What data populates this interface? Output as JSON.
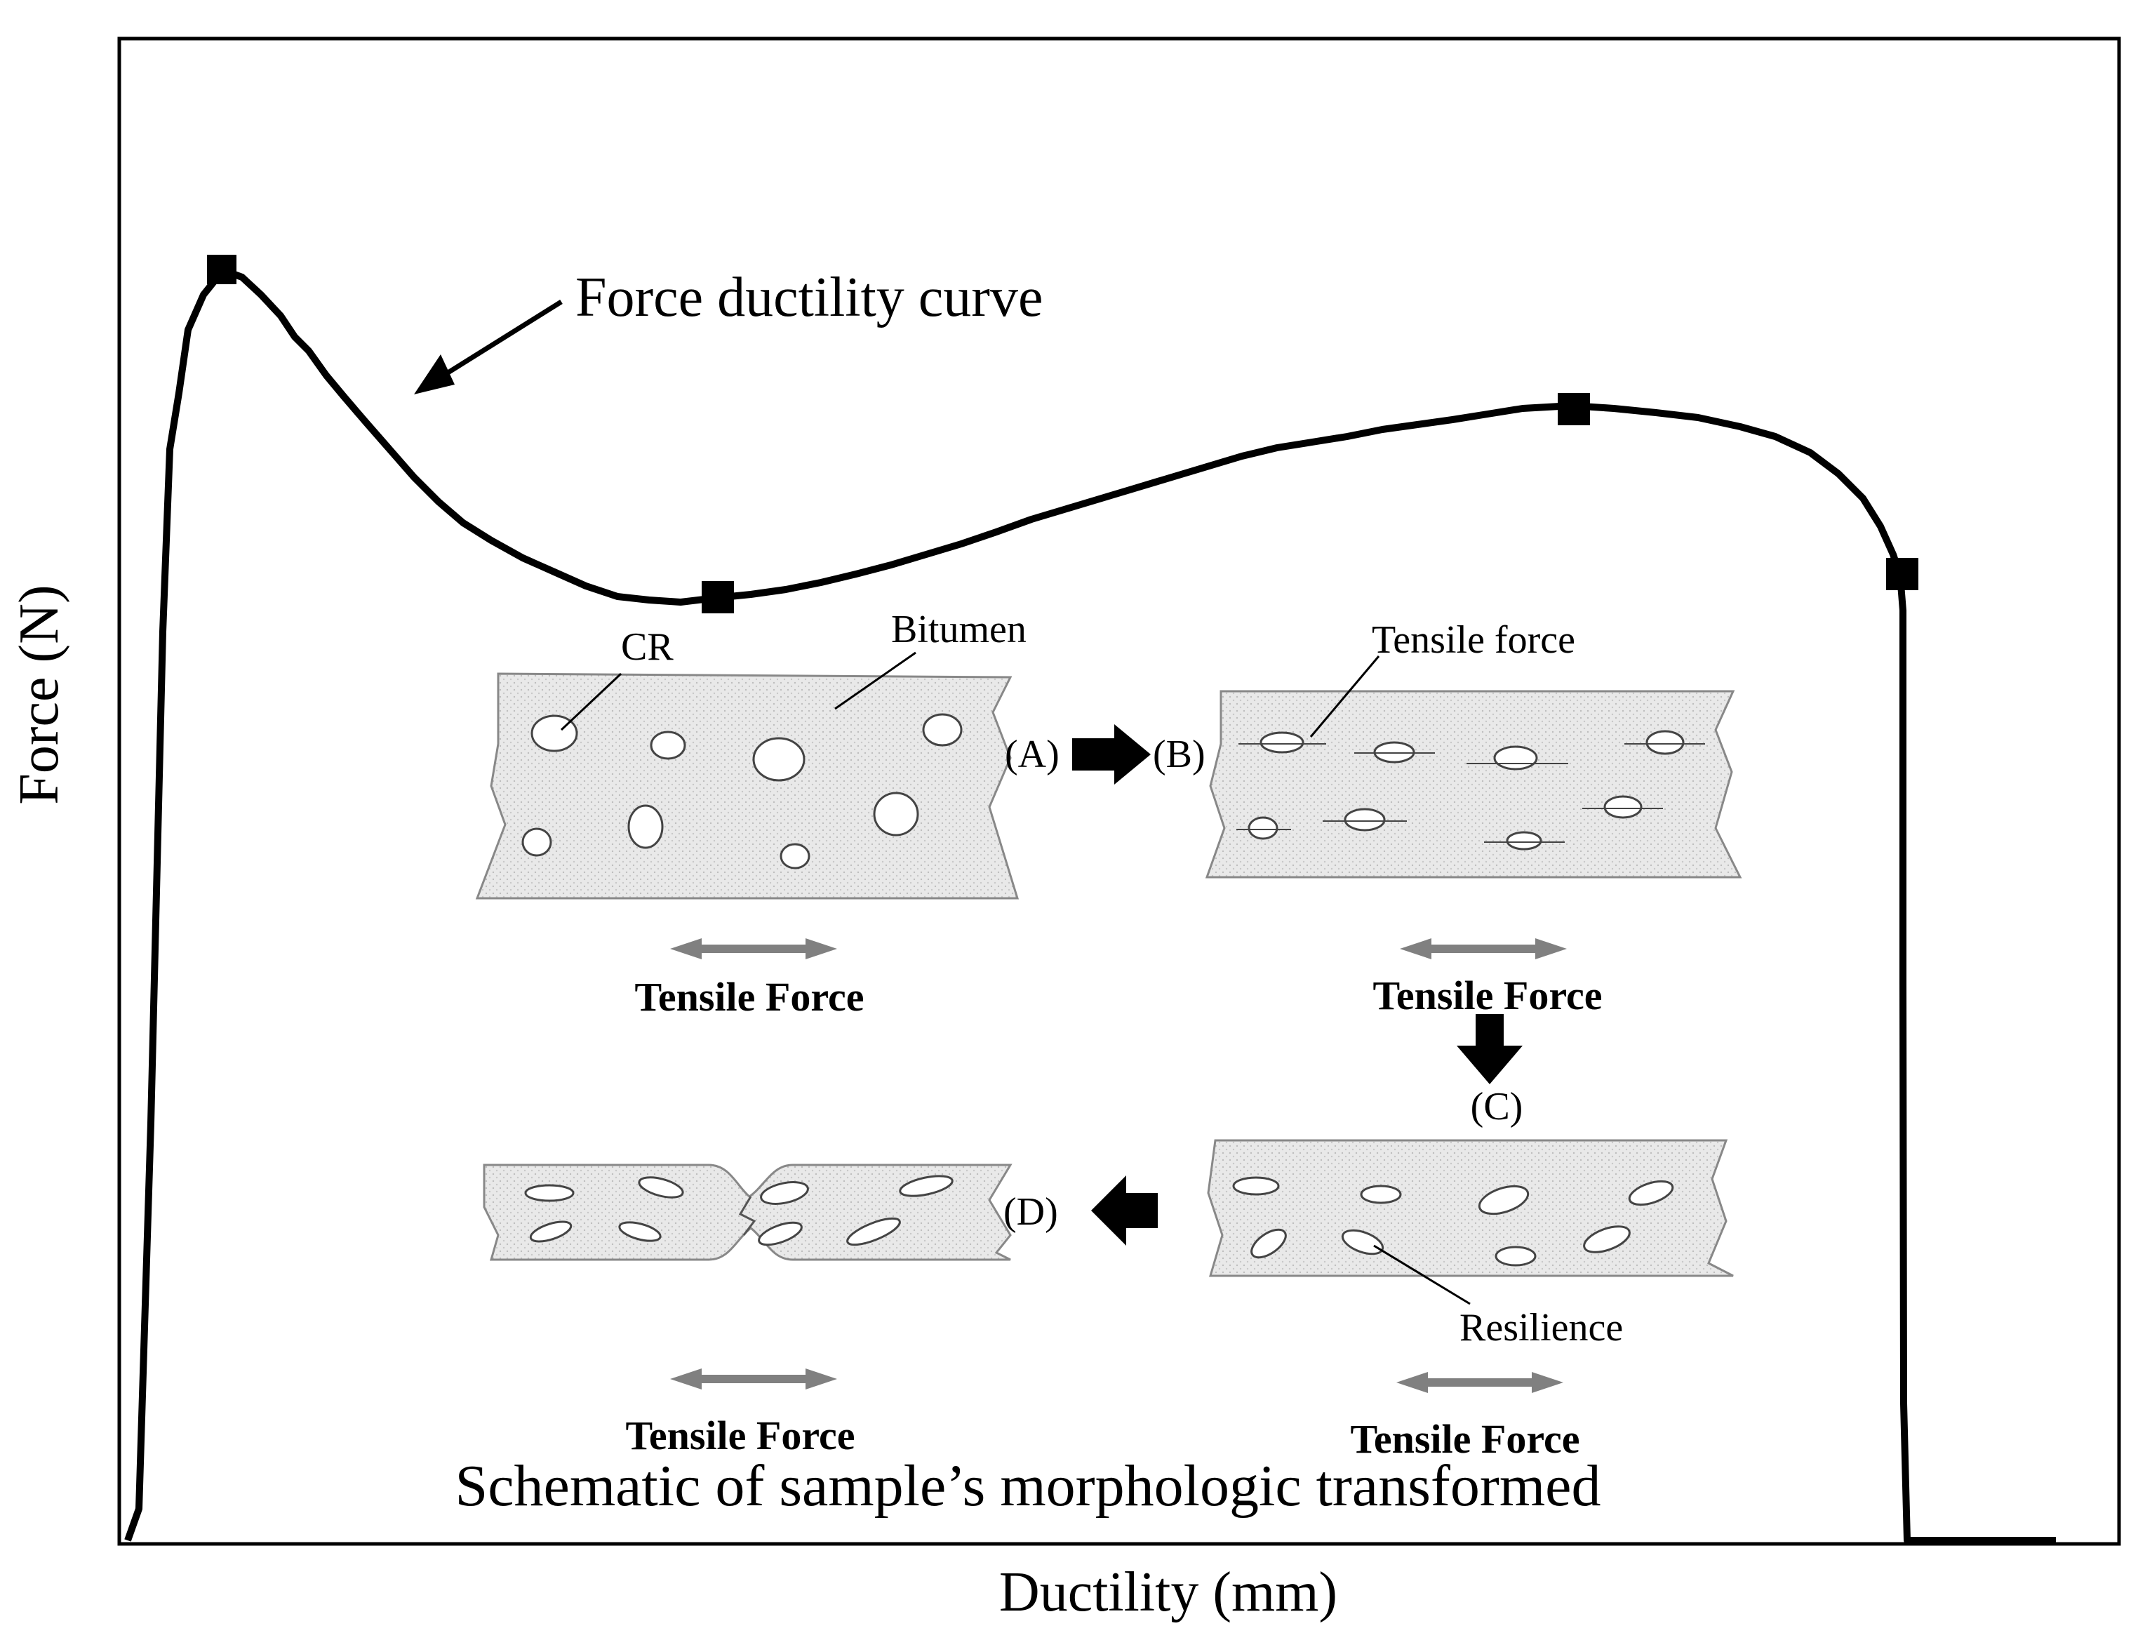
{
  "axes": {
    "xlabel": "Ductility (mm)",
    "ylabel": "Force (N)"
  },
  "curve": {
    "label": "Force ductility curve",
    "color": "#000000"
  },
  "schematic": {
    "title": "Schematic of sample’s morphologic transformed",
    "labels": {
      "cr": "CR",
      "bitumen": "Bitumen",
      "tensile_force_callout": "Tensile force",
      "resilience": "Resilience"
    },
    "stages": {
      "a": "(A)",
      "b": "(B)",
      "c": "(C)",
      "d": "(D)"
    },
    "panel_captions": {
      "a": "Tensile Force",
      "b": "Tensile Force",
      "c": "Tensile Force",
      "d": "Tensile Force"
    },
    "colors": {
      "matrix_fill": "#e9e9e9",
      "double_arrow": "#808080",
      "stage_arrow": "#000000"
    }
  }
}
